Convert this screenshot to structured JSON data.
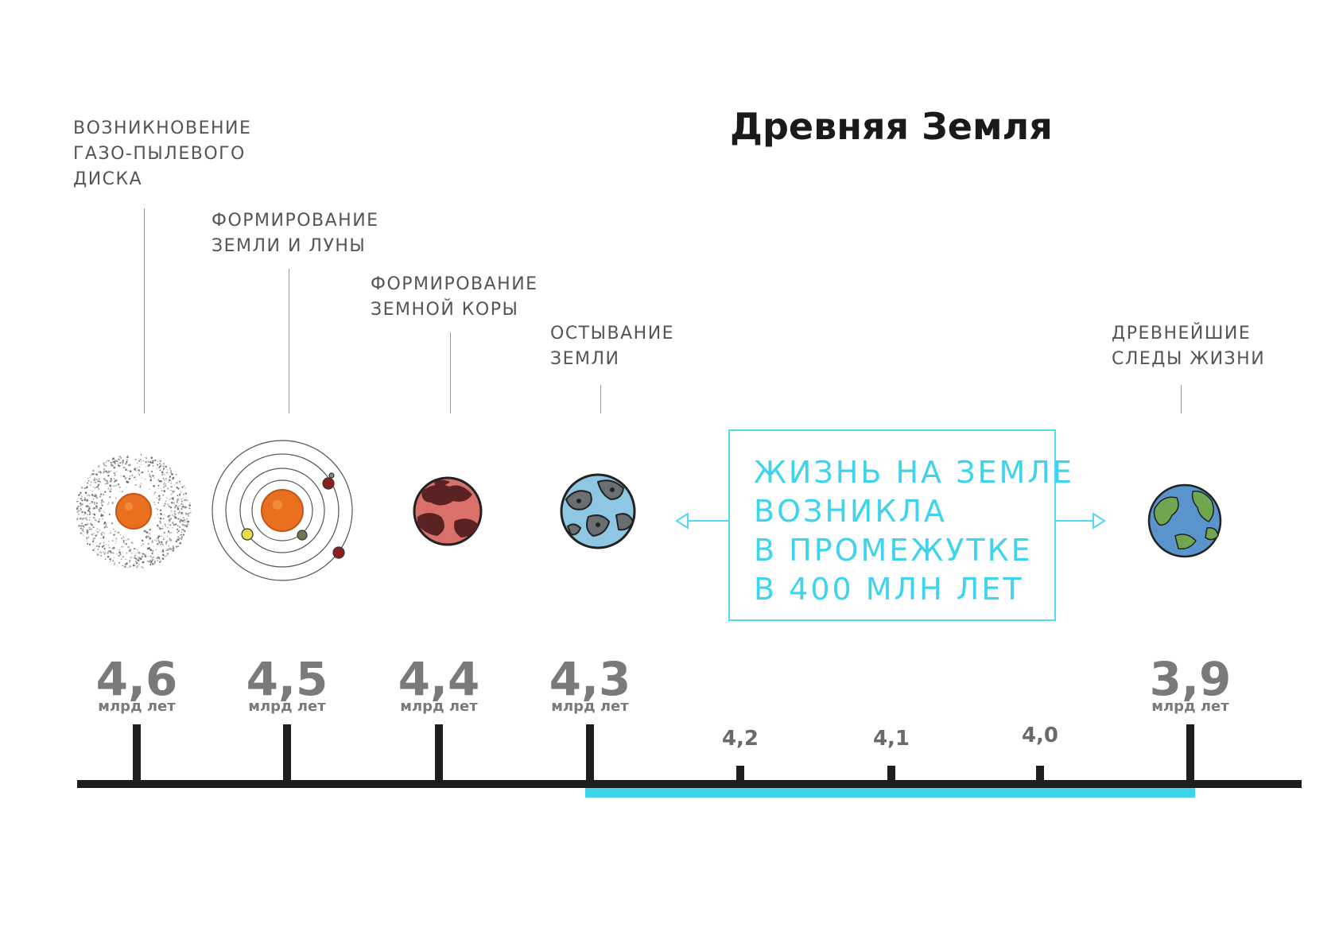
{
  "title": "Древняя Земля",
  "events": [
    {
      "lines": [
        "ВОЗНИКНОВЕНИЕ",
        "ГАЗО-ПЫЛЕВОГО",
        "ДИСКА"
      ]
    },
    {
      "lines": [
        "ФОРМИРОВАНИЕ",
        "ЗЕМЛИ И ЛУНЫ"
      ]
    },
    {
      "lines": [
        "ФОРМИРОВАНИЕ",
        "ЗЕМНОЙ КОРЫ"
      ]
    },
    {
      "lines": [
        "ОСТЫВАНИЕ",
        "ЗЕМЛИ"
      ]
    },
    {
      "lines": [
        "ДРЕВНЕЙШИЕ",
        "СЛЕДЫ ЖИЗНИ"
      ]
    }
  ],
  "callout": {
    "lines": [
      "ЖИЗНЬ НА ЗЕМЛЕ",
      "ВОЗНИКЛА",
      "В ПРОМЕЖУТКЕ",
      "В 400 МЛН ЛЕТ"
    ]
  },
  "major_ticks": [
    {
      "value": "4,6",
      "unit": "млрд лет"
    },
    {
      "value": "4,5",
      "unit": "млрд лет"
    },
    {
      "value": "4,4",
      "unit": "млрд лет"
    },
    {
      "value": "4,3",
      "unit": "млрд лет"
    },
    {
      "value": "3,9",
      "unit": "млрд лет"
    }
  ],
  "minor_ticks": [
    "4,2",
    "4,1",
    "4,0"
  ],
  "colors": {
    "accent": "#3fd3ee",
    "axis": "#1e1e1e",
    "label": "#7a7a7a",
    "sun": "#e8701f",
    "crust": "#d9706a",
    "ocean": "#8ec7e3",
    "earth_land": "#6fa64f",
    "earth_sea": "#5a94cc"
  },
  "icons": [
    "dust-disk-icon",
    "solar-system-icon",
    "molten-planet-icon",
    "cooling-planet-icon",
    "earth-icon"
  ]
}
